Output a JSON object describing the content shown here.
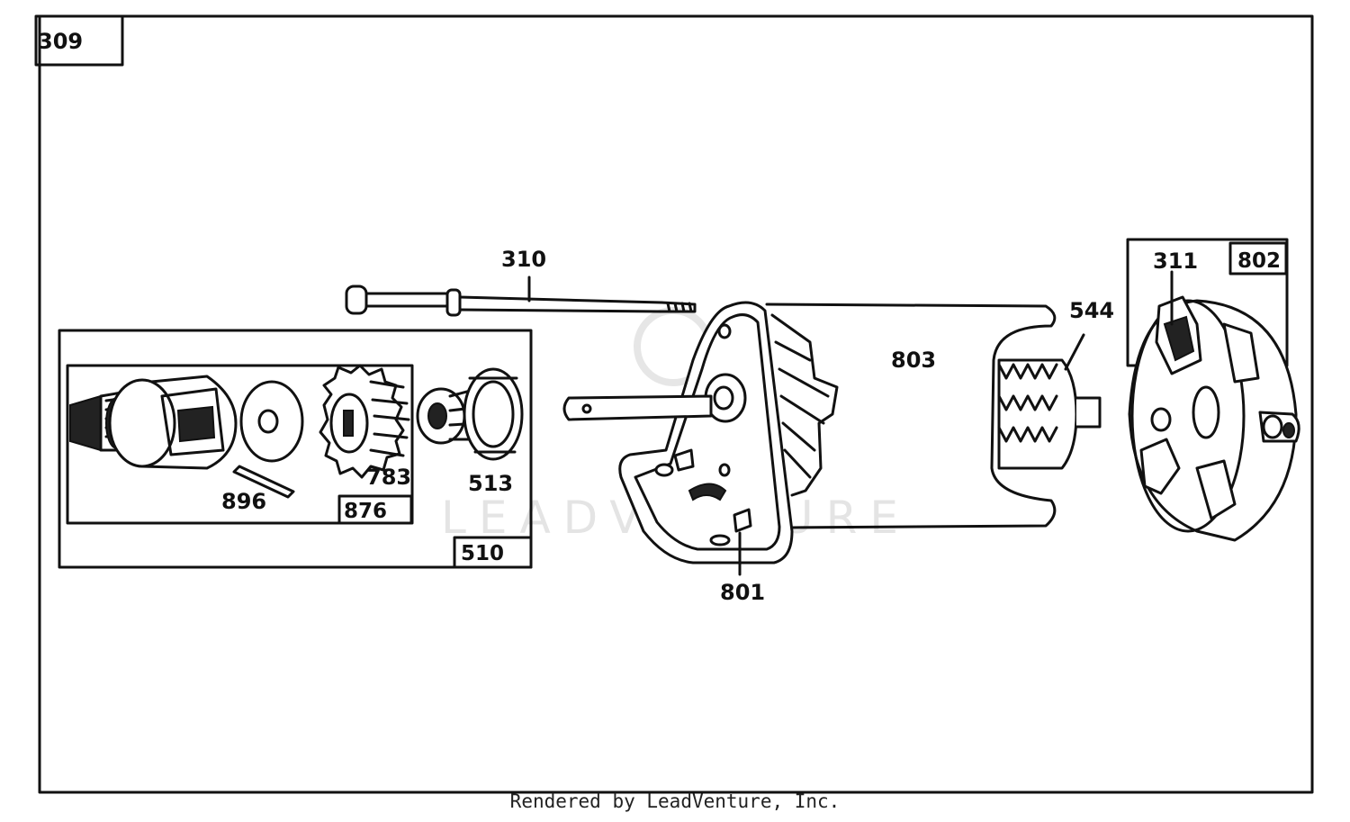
{
  "diagram": {
    "figure_number": "309",
    "watermark": "LEADVENTURE",
    "parts": [
      {
        "id": "p310",
        "label": "310"
      },
      {
        "id": "p803",
        "label": "803"
      },
      {
        "id": "p544",
        "label": "544"
      },
      {
        "id": "p311",
        "label": "311"
      },
      {
        "id": "p802",
        "label": "802"
      },
      {
        "id": "p896",
        "label": "896"
      },
      {
        "id": "p783",
        "label": "783"
      },
      {
        "id": "p513",
        "label": "513"
      },
      {
        "id": "p876",
        "label": "876"
      },
      {
        "id": "p510",
        "label": "510"
      },
      {
        "id": "p801",
        "label": "801"
      }
    ]
  },
  "footer": {
    "text": "Rendered by LeadVenture, Inc."
  }
}
